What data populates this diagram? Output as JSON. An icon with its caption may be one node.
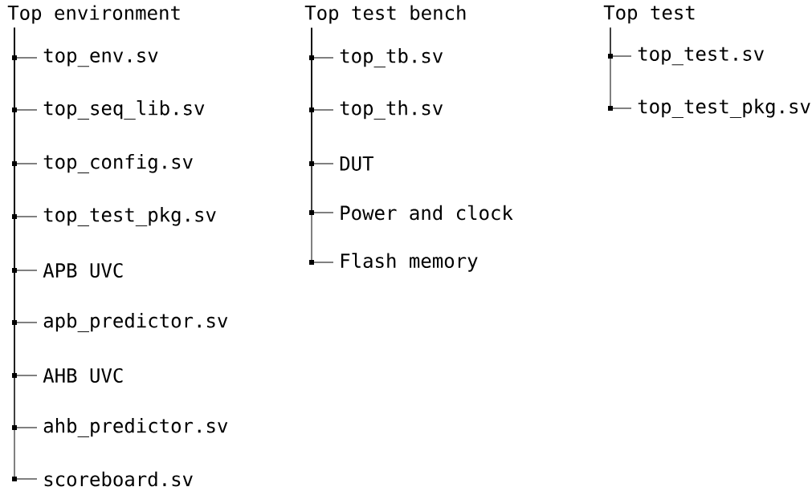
{
  "diagram": {
    "nodes": [
      {
        "text": [
          "Top environment"
        ]
      },
      {
        "text": [
          "top_env.sv"
        ]
      },
      {
        "text": [
          "top_seq_lib.sv"
        ]
      },
      {
        "text": [
          "top_config.sv"
        ]
      },
      {
        "text": [
          "top_test_pkg.sv"
        ]
      },
      {
        "text": [
          "APB UVC"
        ]
      },
      {
        "text": [
          "apb_predictor.sv"
        ]
      },
      {
        "text": [
          "AHB UVC"
        ]
      },
      {
        "text": [
          "ahb_predictor.sv"
        ]
      },
      {
        "text": [
          "scoreboard.sv"
        ]
      },
      {
        "text": [
          "Top test bench"
        ]
      },
      {
        "text": [
          "top_tb.sv"
        ]
      },
      {
        "text": [
          "top_th.sv"
        ]
      },
      {
        "text": [
          "DUT"
        ]
      },
      {
        "text": [
          "Power and clock"
        ]
      },
      {
        "text": [
          "Flash memory"
        ]
      },
      {
        "text": [
          "Top test"
        ]
      },
      {
        "text": [
          "top_test.sv"
        ]
      },
      {
        "text": [
          "top_test_pkg.sv"
        ]
      }
    ],
    "edges": [
      {
        "from": 0,
        "to": 1,
        "arrow": "none"
      },
      {
        "from": 0,
        "to": 2,
        "arrow": "none"
      },
      {
        "from": 0,
        "to": 3,
        "arrow": "none"
      },
      {
        "from": 0,
        "to": 4,
        "arrow": "none"
      },
      {
        "from": 0,
        "to": 5,
        "arrow": "none"
      },
      {
        "from": 0,
        "to": 6,
        "arrow": "none"
      },
      {
        "from": 0,
        "to": 7,
        "arrow": "none"
      },
      {
        "from": 0,
        "to": 8,
        "arrow": "none"
      },
      {
        "from": 0,
        "to": 9,
        "arrow": "none"
      },
      {
        "from": 10,
        "to": 11,
        "arrow": "none"
      },
      {
        "from": 10,
        "to": 12,
        "arrow": "none"
      },
      {
        "from": 10,
        "to": 13,
        "arrow": "none"
      },
      {
        "from": 10,
        "to": 14,
        "arrow": "none"
      },
      {
        "from": 10,
        "to": 15,
        "arrow": "none"
      },
      {
        "from": 16,
        "to": 17,
        "arrow": "none"
      },
      {
        "from": 16,
        "to": 18,
        "arrow": "none"
      }
    ]
  }
}
